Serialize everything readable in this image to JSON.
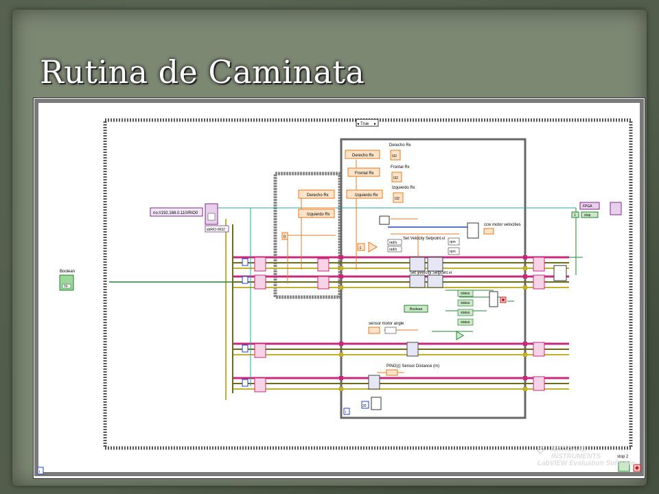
{
  "slide": {
    "title": "Rutina de Caminata"
  },
  "diagram": {
    "case_selector": "True",
    "address": "rio://192.168.0.110/RIO0",
    "target": "sbRIO-9632",
    "boolean_control": "Boolean",
    "boolean_control_value": "TF",
    "case_true": "True",
    "loop_iteration": "i",
    "numeric_const_zero": "0",
    "numeric_const_neg1": "-1",
    "inner": {
      "derecho_local": "Derecho Rx",
      "izquierdo_local": "Izquierdo Rx",
      "derecho_rx_read": "Derecho Rx",
      "frontal_rx_read": "Frontal Rx",
      "izquierdo_rx_read": "Izquierdo Rx",
      "derecho_rx": "Derecho Rx",
      "frontal_rx": "Frontal Rx",
      "izquierdo_rx": "Izquierdo Rx",
      "ind_value": "I32"
    },
    "set_velocity_1": "Set Velocity Setpoint.vi",
    "set_velocity_2": "Set Velocity Setpoint.vi",
    "ccw": "ccw motor velocities",
    "rpm_1": "rpm",
    "rpm_2": "rpm",
    "rad_1": "rad/s",
    "rad_2": "rad/s",
    "status": [
      "status",
      "status",
      "status",
      "status"
    ],
    "boolean_local": "Boolean",
    "sensor_motor_angle": "sensor motor angle",
    "ping_label": "PING))) Sensor Distance (m)",
    "stop_label": "stop",
    "stop2_label": "stop 2",
    "wait_const": "20",
    "fpga_label": "FPGA",
    "fpga_ref": "FPGA",
    "loop_const": "1"
  },
  "watermark": {
    "line1": "NATIONAL",
    "line2": "INSTRUMENTS",
    "line3": "LabVIEW Evaluation Software"
  },
  "colors": {
    "wire_pink": "#c8287a",
    "wire_yellow": "#c2b02a",
    "wire_olive": "#6b6a1a",
    "wire_blue": "#2040c0",
    "wire_orange": "#e07820",
    "wire_green": "#208030",
    "wire_teal": "#2aa0a0"
  }
}
